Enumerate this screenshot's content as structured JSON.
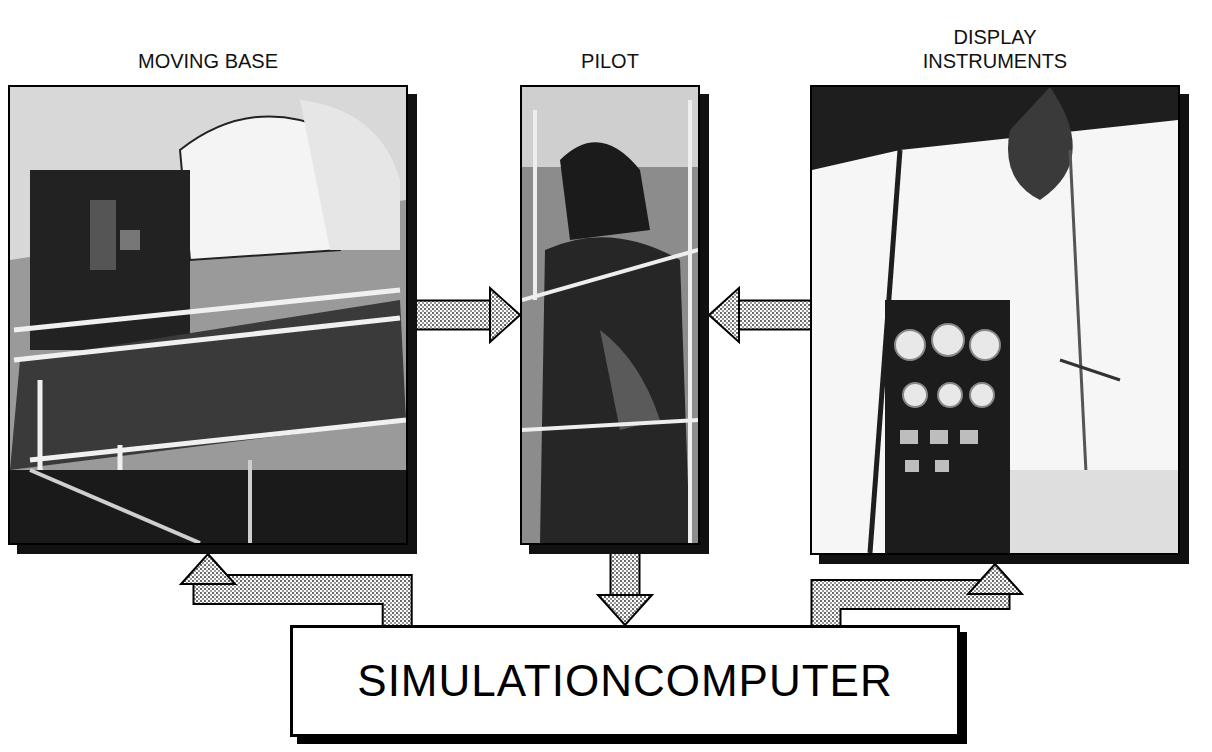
{
  "diagram": {
    "nodes": [
      {
        "text": [
          "MOVING BASE"
        ]
      },
      {
        "text": [
          "PILOT"
        ]
      },
      {
        "text": [
          "DISPLAY INSTRUMENTS"
        ]
      },
      {
        "text": [
          "SIMULATIONCOMPUTER"
        ]
      }
    ],
    "edges": [
      {
        "from": 0,
        "to": 1,
        "arrow": "to"
      },
      {
        "from": 2,
        "to": 1,
        "arrow": "to"
      },
      {
        "from": 1,
        "to": 3,
        "arrow": "to"
      },
      {
        "from": 3,
        "to": 0,
        "arrow": "to"
      },
      {
        "from": 3,
        "to": 2,
        "arrow": "to"
      }
    ]
  }
}
